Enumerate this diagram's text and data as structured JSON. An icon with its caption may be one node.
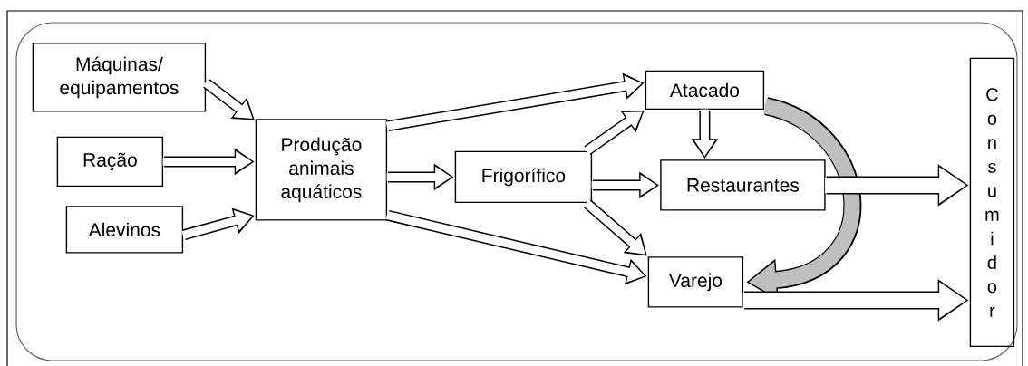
{
  "diagram": {
    "nodes": [
      {
        "text": [],
        "shape": "box"
      },
      {
        "text": [
          "Máquinas/ equipamentos"
        ],
        "in": 0
      },
      {
        "text": [
          "Ração"
        ],
        "in": 0
      },
      {
        "text": [
          "Alevinos"
        ],
        "in": 0
      },
      {
        "text": [
          "Produção animais aquáticos"
        ],
        "in": 0
      },
      {
        "text": [
          "Frigorífico"
        ],
        "in": 0
      },
      {
        "text": [
          "Atacado"
        ],
        "in": 0
      },
      {
        "text": [
          "Restaurantes"
        ],
        "in": 0
      },
      {
        "text": [
          "Varejo"
        ],
        "in": 0
      },
      {
        "text": [
          "Consumidor"
        ],
        "in": 0
      }
    ],
    "edges": [
      {
        "from": 1,
        "to": 4,
        "arrow": "to"
      },
      {
        "from": 2,
        "to": 4,
        "arrow": "to"
      },
      {
        "from": 3,
        "to": 4,
        "arrow": "to"
      },
      {
        "from": 4,
        "to": 6,
        "arrow": "to"
      },
      {
        "from": 4,
        "to": 5,
        "arrow": "to"
      },
      {
        "from": 4,
        "to": 8,
        "arrow": "to"
      },
      {
        "from": 5,
        "to": 6,
        "arrow": "to"
      },
      {
        "from": 5,
        "to": 7,
        "arrow": "to"
      },
      {
        "from": 5,
        "to": 8,
        "arrow": "to"
      },
      {
        "from": 6,
        "to": 7,
        "arrow": "to"
      },
      {
        "from": 6,
        "to": 8,
        "arrow": "to",
        "style": "thick"
      },
      {
        "from": 7,
        "to": 9,
        "arrow": "to",
        "style": "thick"
      },
      {
        "from": 8,
        "to": 9,
        "arrow": "to",
        "style": "thick"
      }
    ]
  }
}
